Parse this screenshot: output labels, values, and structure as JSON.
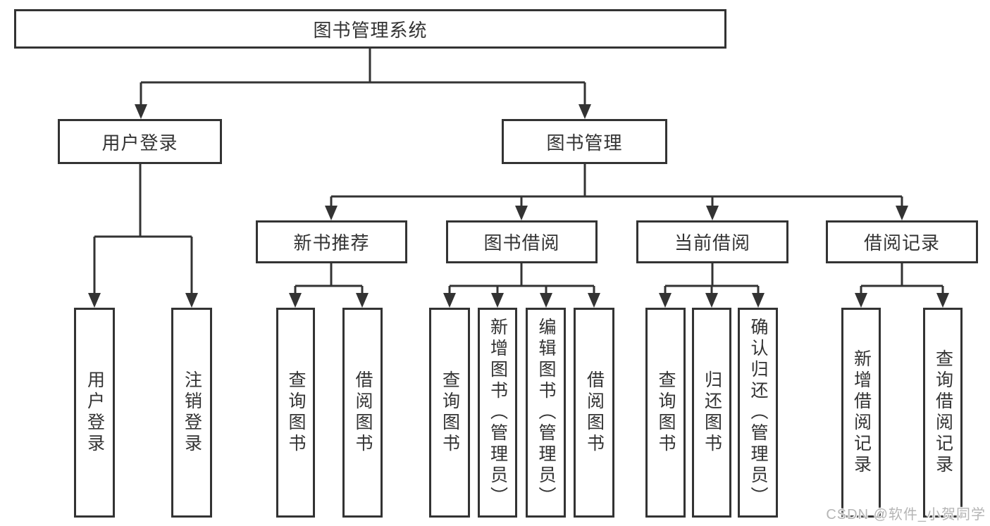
{
  "colors": {
    "line": "#333333",
    "node_border": "#333333",
    "text": "#333333",
    "background": "#ffffff",
    "watermark": "#b5b5b5"
  },
  "tree": {
    "root": "图书管理系统",
    "branches": [
      {
        "label": "用户登录",
        "children": [
          "用户登录",
          "注销登录"
        ]
      },
      {
        "label": "图书管理",
        "children": [
          {
            "label": "新书推荐",
            "children": [
              "查询图书",
              "借阅图书"
            ]
          },
          {
            "label": "图书借阅",
            "children": [
              "查询图书",
              "新增图书（管理员）",
              "编辑图书（管理员）",
              "借阅图书"
            ]
          },
          {
            "label": "当前借阅",
            "children": [
              "查询图书",
              "归还图书",
              "确认归还（管理员）"
            ]
          },
          {
            "label": "借阅记录",
            "children": [
              "新增借阅记录",
              "查询借阅记录"
            ]
          }
        ]
      }
    ]
  },
  "watermark": {
    "text": "CSDN @软件_小贺同学"
  }
}
